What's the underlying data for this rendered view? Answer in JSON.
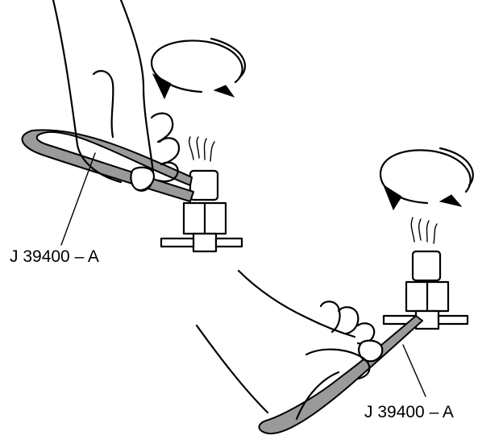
{
  "figure": {
    "callouts": [
      {
        "id": "tool-callout-1",
        "text": "J 39400 – A"
      },
      {
        "id": "tool-callout-2",
        "text": "J 39400 – A"
      }
    ],
    "colors": {
      "ink": "#000000",
      "strap_fill": "#9a9a9a",
      "background": "#ffffff"
    },
    "icons": [
      "rotation-arrow-icon",
      "rotation-arrow-icon"
    ]
  }
}
